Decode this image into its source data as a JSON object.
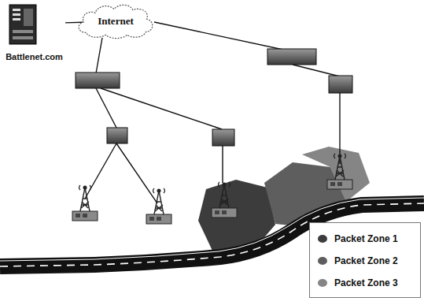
{
  "diagram": {
    "nodes": [
      {
        "text": [
          "Battlenet.com"
        ]
      },
      {
        "text": [
          "Internet"
        ]
      }
    ],
    "edges": [
      {
        "from": 0,
        "to": 1,
        "arrow": "none"
      }
    ],
    "legend": [
      {
        "text": "Packet Zone 1",
        "color": "#3c3c3c"
      },
      {
        "text": "Packet Zone 2",
        "color": "#5e5e5e"
      },
      {
        "text": "Packet Zone 3",
        "color": "#858585"
      }
    ]
  }
}
